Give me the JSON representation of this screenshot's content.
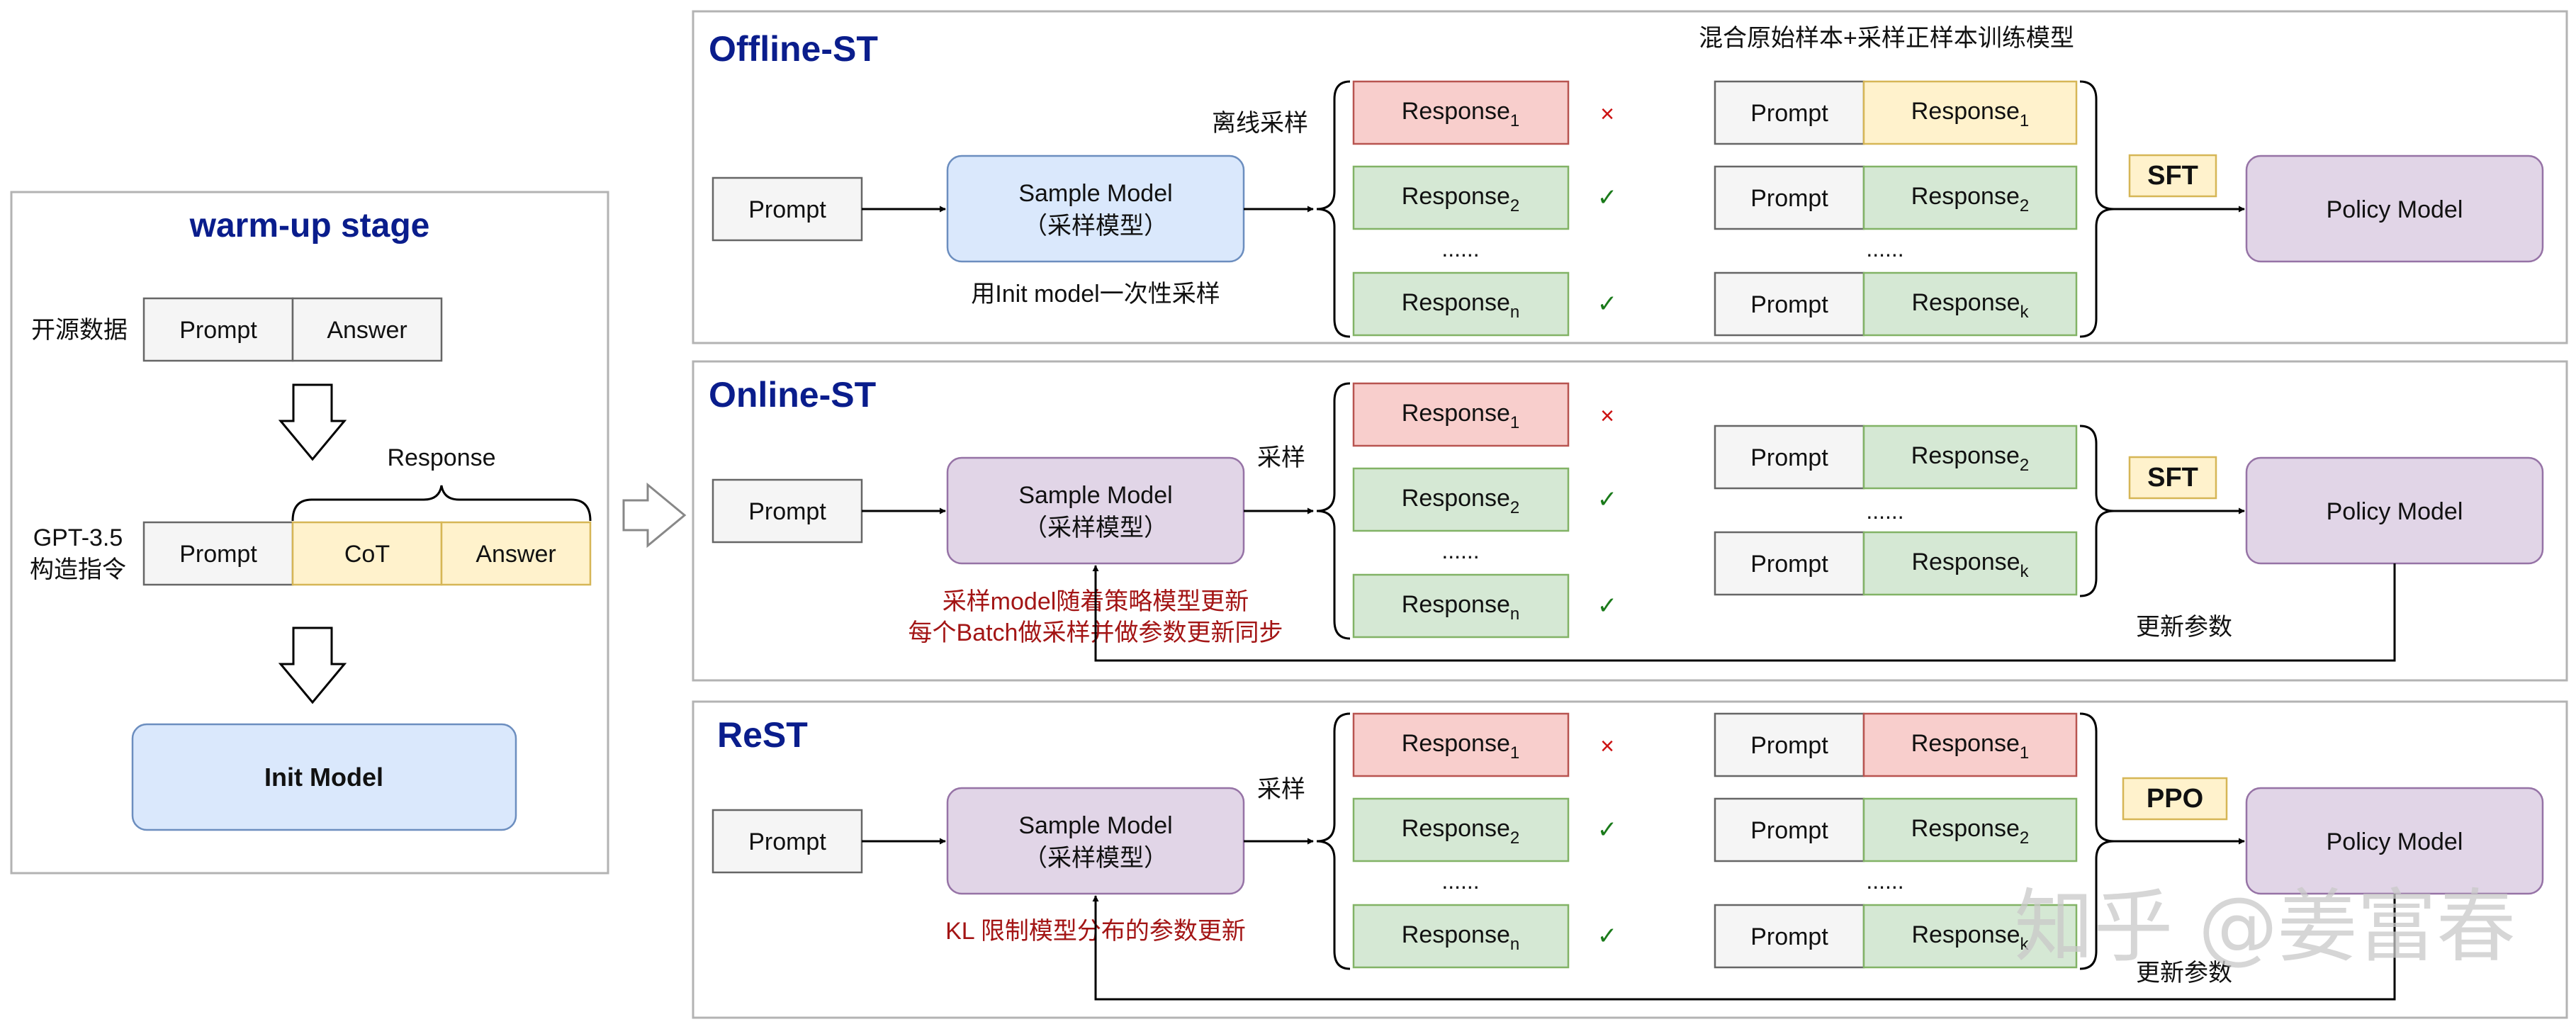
{
  "colors": {
    "title": "#0a1d8c",
    "red_text": "#a31515",
    "gray_fill": "#f5f5f5",
    "gray_stroke": "#666666",
    "blue_fill": "#dae8fc",
    "blue_stroke": "#6c8ebf",
    "purple_fill": "#e1d5e7",
    "purple_stroke": "#9673a6",
    "yellow_fill": "#fff2cc",
    "yellow_stroke": "#d6b656",
    "green_fill": "#d5e8d4",
    "green_stroke": "#82b366",
    "red_fill": "#f8cecc",
    "red_stroke": "#b85450",
    "check": "#1a7a1a",
    "cross": "#cc1111"
  },
  "warmup": {
    "title": "warm-up stage",
    "open_data_label": "开源数据",
    "prompt": "Prompt",
    "answer": "Answer",
    "response_label": "Response",
    "gpt_label_line1": "GPT-3.5",
    "gpt_label_line2": "构造指令",
    "prompt2": "Prompt",
    "cot": "CoT",
    "answer2": "Answer",
    "init_model": "Init Model"
  },
  "offline": {
    "title": "Offline-ST",
    "top_note": "混合原始样本+采样正样本训练模型",
    "prompt": "Prompt",
    "sample_model_line1": "Sample Model",
    "sample_model_line2": "（采样模型）",
    "sample_label": "离线采样",
    "under_note": "用Init model一次性采样",
    "responses": [
      {
        "text": "Response",
        "sub": "1",
        "mark": "×"
      },
      {
        "text": "Response",
        "sub": "2",
        "mark": "✓"
      },
      {
        "text": "Response",
        "sub": "n",
        "mark": "✓"
      }
    ],
    "dots": "......",
    "pairs": [
      {
        "prompt": "Prompt",
        "text": "Response",
        "sub": "1"
      },
      {
        "prompt": "Prompt",
        "text": "Response",
        "sub": "2"
      },
      {
        "prompt": "Prompt",
        "text": "Response",
        "sub": "k"
      }
    ],
    "dots2": "......",
    "method": "SFT",
    "policy": "Policy Model"
  },
  "online": {
    "title": "Online-ST",
    "prompt": "Prompt",
    "sample_model_line1": "Sample Model",
    "sample_model_line2": "（采样模型）",
    "sample_label": "采样",
    "note_line1": "采样model随着策略模型更新",
    "note_line2": "每个Batch做采样并做参数更新同步",
    "responses": [
      {
        "text": "Response",
        "sub": "1",
        "mark": "×"
      },
      {
        "text": "Response",
        "sub": "2",
        "mark": "✓"
      },
      {
        "text": "Response",
        "sub": "n",
        "mark": "✓"
      }
    ],
    "dots": "......",
    "pairs": [
      {
        "prompt": "Prompt",
        "text": "Response",
        "sub": "2"
      },
      {
        "prompt": "Prompt",
        "text": "Response",
        "sub": "k"
      }
    ],
    "dots2": "......",
    "method": "SFT",
    "policy": "Policy Model",
    "update_label": "更新参数"
  },
  "rest": {
    "title": "ReST",
    "prompt": "Prompt",
    "sample_model_line1": "Sample Model",
    "sample_model_line2": "（采样模型）",
    "sample_label": "采样",
    "note": "KL 限制模型分布的参数更新",
    "responses": [
      {
        "text": "Response",
        "sub": "1",
        "mark": "×"
      },
      {
        "text": "Response",
        "sub": "2",
        "mark": "✓"
      },
      {
        "text": "Response",
        "sub": "n",
        "mark": "✓"
      }
    ],
    "dots": "......",
    "pairs": [
      {
        "prompt": "Prompt",
        "text": "Response",
        "sub": "1"
      },
      {
        "prompt": "Prompt",
        "text": "Response",
        "sub": "2"
      },
      {
        "prompt": "Prompt",
        "text": "Response",
        "sub": "k"
      }
    ],
    "dots2": "......",
    "method": "PPO",
    "policy": "Policy Model",
    "update_label": "更新参数"
  },
  "watermark": "知乎 @姜富春"
}
